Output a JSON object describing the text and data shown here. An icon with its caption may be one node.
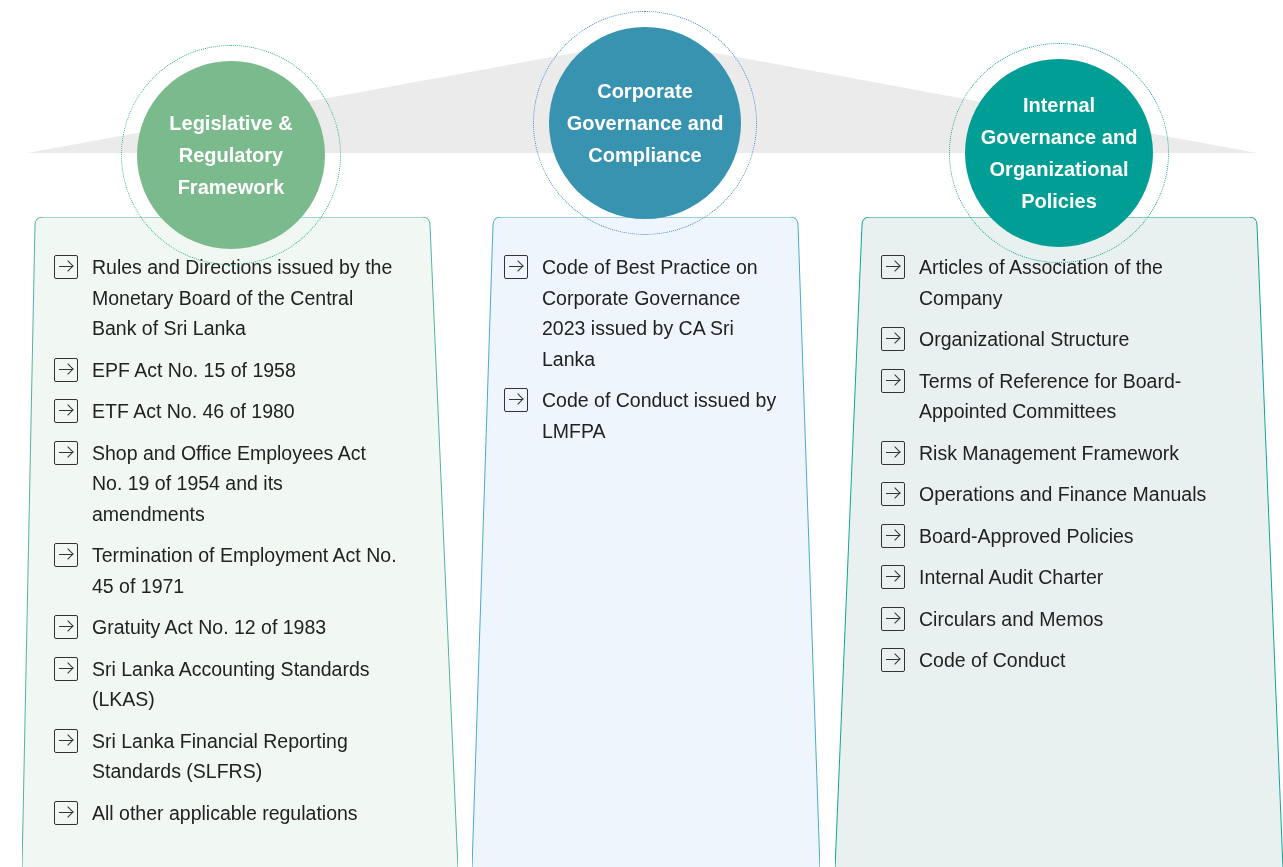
{
  "diagram": {
    "nodes": [
      {
        "text": [
          "Legislative & Regulatory Framework"
        ]
      },
      {
        "text": [
          "Rules and Directions issued by the Monetary Board of the Central Bank of Sri Lanka",
          "EPF Act No. 15 of 1958",
          "ETF Act No. 46 of 1980",
          "Shop and Office Employees Act No. 19 of 1954 and its amendments",
          "Termination of Employment Act No. 45 of 1971",
          "Gratuity Act No. 12 of 1983",
          "Sri Lanka Accounting Standards (LKAS)",
          "Sri Lanka Financial Reporting Standards (SLFRS)",
          "All other applicable regulations"
        ]
      },
      {
        "text": [
          "Corporate Governance and Compliance"
        ]
      },
      {
        "text": [
          "Code of Best Practice on Corporate Governance 2023 issued by CA Sri Lanka",
          "Code of Conduct issued by LMFPA"
        ]
      },
      {
        "text": [
          "Internal Governance and Organizational Policies"
        ]
      },
      {
        "text": [
          "Articles of Association of the Company",
          "Organizational Structure",
          "Terms of Reference for Board-Appointed Committees",
          "Risk Management Framework",
          "Operations and Finance Manuals",
          "Board-Approved Policies",
          "Internal Audit Charter",
          "Circulars and Memos",
          "Code of Conduct"
        ]
      }
    ]
  }
}
